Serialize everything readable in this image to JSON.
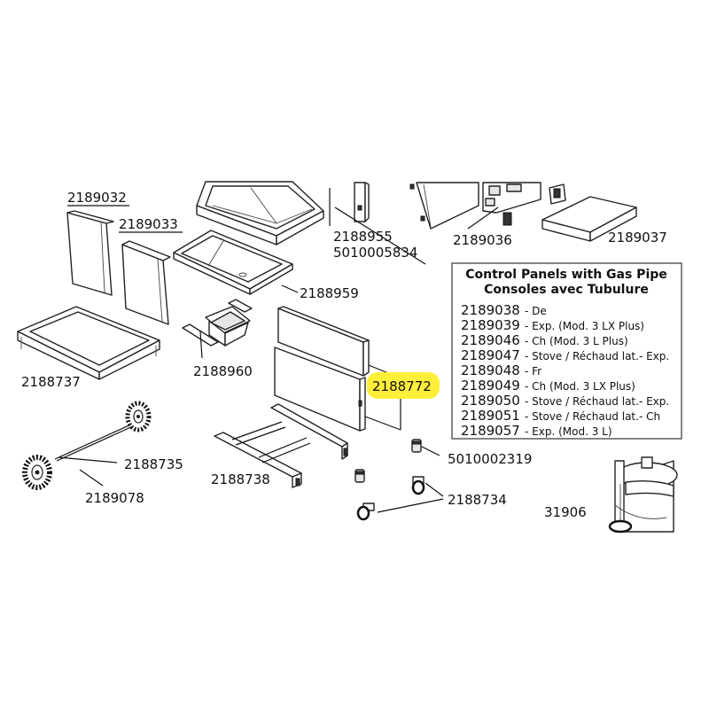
{
  "part_numbers": {
    "p2189032": "2189032",
    "p2189033": "2189033",
    "p2188955": "2188955",
    "p5010005834": "5010005834",
    "p2189036": "2189036",
    "p2189037": "2189037",
    "p2188959": "2188959",
    "p2188737": "2188737",
    "p2188960": "2188960",
    "p2188772": "2188772",
    "p5010002319": "5010002319",
    "p2188735": "2188735",
    "p2188738": "2188738",
    "p2189078": "2189078",
    "p2188734": "2188734",
    "p31906": "31906"
  },
  "highlight_color": "#ffef3a",
  "control_panels": {
    "title_line1": "Control Panels with Gas Pipe",
    "title_line2": "Consoles avec Tubulure",
    "rows": [
      {
        "number": "2189038",
        "desc": "- De"
      },
      {
        "number": "2189039",
        "desc": "- Exp. (Mod. 3 LX Plus)"
      },
      {
        "number": "2189046",
        "desc": "- Ch (Mod. 3 L Plus)"
      },
      {
        "number": "2189047",
        "desc": "- Stove / Réchaud lat.- Exp."
      },
      {
        "number": "2189048",
        "desc": "- Fr"
      },
      {
        "number": "2189049",
        "desc": "- Ch (Mod. 3 LX Plus)"
      },
      {
        "number": "2189050",
        "desc": "- Stove / Réchaud lat.- Exp."
      },
      {
        "number": "2189051",
        "desc": "- Stove / Réchaud lat.- Ch"
      },
      {
        "number": "2189057",
        "desc": "- Exp. (Mod. 3 L)"
      }
    ]
  }
}
